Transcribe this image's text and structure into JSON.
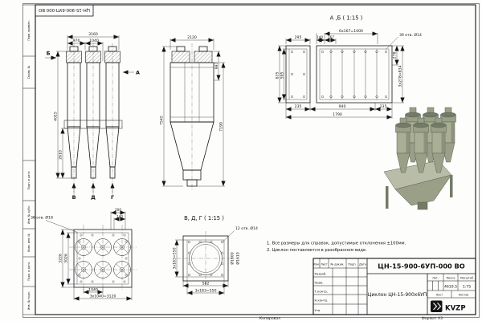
{
  "frame": {
    "stamp": "ЦН-15-900-6УП-000 ВО",
    "side_fields": [
      "Перв. примен.",
      "Справ. №",
      "Подп. и дата",
      "Инв. № дубл.",
      "Взам. инв. №",
      "Подп. и дата",
      "Инв. № подл."
    ],
    "copied": "Копировал",
    "format": "Формат А3"
  },
  "notes": {
    "line1": "1. Все размеры для справок, допустимые отклонения ±100мм.",
    "line2": "2. Циклон поставляется в разобранном виде."
  },
  "views": {
    "front": {
      "dim_total_width": "3160",
      "dim_970": "970",
      "dim_1040": "1040",
      "dim_height": "4015",
      "dim_cone_height": "2610",
      "label_b": "Б",
      "label_a": "А",
      "label_v": "В",
      "label_d": "Д",
      "label_g": "Г"
    },
    "side": {
      "dim_width": "2120",
      "dim_997": "997",
      "dim_7545": "7545",
      "dim_7190": "7190"
    },
    "section_ab": {
      "title": "А ,Б ( 1:15 )",
      "dim_295": "295",
      "dim_140": "140",
      "dim_167": "167",
      "dim_6x167": "6х167=1000",
      "holes_label": "39 отв. Ø14",
      "dim_635": "635",
      "dim_595": "595",
      "dim_278": "278",
      "dim_3x278": "3х278=834",
      "dim_235_left": "235",
      "dim_940": "940",
      "dim_235_right": "235",
      "dim_1790": "1790"
    },
    "view_vdg": {
      "title": "В, Д, Г ( 1:15 )",
      "holes_label": "12 отв. Ø14",
      "dim_left": "3х183=550",
      "dim_582": "582",
      "dim_bottom": "3х183=550",
      "dia_1600": "Ø1600",
      "dia_1610": "Ø1610"
    },
    "bottom": {
      "holes_label": "36 отв. Ø18",
      "dim_200": "200",
      "dim_140": "140",
      "dim_3226": "3226",
      "dim_3026": "3026",
      "dim_1040": "1040",
      "dim_3x1040": "3х1040=3120"
    }
  },
  "title_block": {
    "designation": "ЦН-15-900-6УП-000 ВО",
    "name": "Циклон ЦН-15-900х6УП",
    "header_cols": [
      "Изм.",
      "Лист",
      "№ докум.",
      "Подп.",
      "Дата"
    ],
    "row_labels": [
      "Разраб.",
      "Пров.",
      "Т.контр.",
      "Н.контр.",
      "Утв."
    ],
    "lit_label": "Лит.",
    "mass_label": "Масса",
    "scale_label": "Масштаб",
    "mass_value": "4619.5",
    "scale_value": "1:75",
    "sheet_label": "Лист",
    "sheets_label": "Листов",
    "logo_text": "KVZP"
  },
  "colors": {
    "line": "#141414",
    "iso_body": "#a9ae95",
    "iso_mid": "#99a087",
    "iso_dark": "#737a67",
    "iso_light": "#b9bda8",
    "iso_shade": "#8c927b"
  }
}
